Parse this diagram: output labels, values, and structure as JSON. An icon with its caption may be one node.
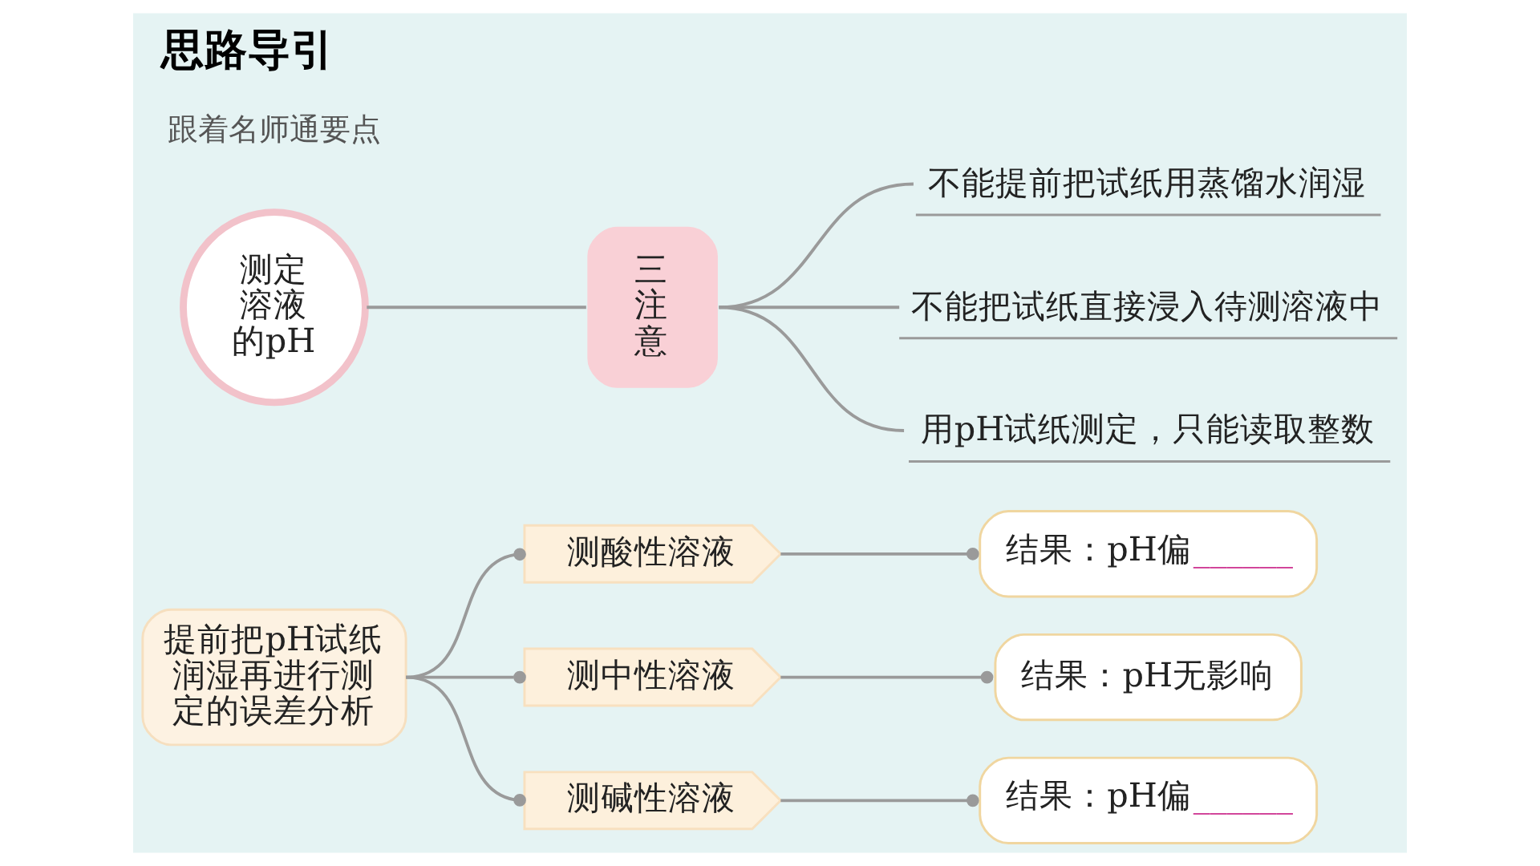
{
  "diagram": {
    "title": "思路导引",
    "nodes": [
      {
        "text": [
          "测定溶液的pH"
        ]
      },
      {
        "text": [
          "三注意"
        ]
      },
      {
        "text": [
          "不能提前把试纸用蒸馏水润湿"
        ]
      },
      {
        "text": [
          "不能把试纸直接浸入待测溶液中"
        ]
      },
      {
        "text": [
          "用pH试纸测定，只能读取整数"
        ]
      },
      {
        "text": [
          "提前把pH试纸润湿再进行测定的误差分析"
        ]
      },
      {
        "text": [
          "测酸性溶液"
        ]
      },
      {
        "text": [
          "测中性溶液"
        ]
      },
      {
        "text": [
          "测碱性溶液"
        ]
      },
      {
        "text": [
          "结果：pH偏______"
        ]
      },
      {
        "text": [
          "结果：pH无影响"
        ]
      },
      {
        "text": [
          "结果：pH偏______"
        ]
      }
    ],
    "edges": [
      {
        "from": 0,
        "to": 1,
        "arrow": "none"
      },
      {
        "from": 1,
        "to": 2,
        "arrow": "none"
      },
      {
        "from": 1,
        "to": 3,
        "arrow": "none"
      },
      {
        "from": 1,
        "to": 4,
        "arrow": "none"
      },
      {
        "from": 5,
        "to": 6,
        "arrow": "other"
      },
      {
        "from": 5,
        "to": 7,
        "arrow": "other"
      },
      {
        "from": 5,
        "to": 8,
        "arrow": "other"
      },
      {
        "from": 6,
        "to": 9,
        "arrow": "other"
      },
      {
        "from": 7,
        "to": 10,
        "arrow": "other"
      },
      {
        "from": 8,
        "to": 11,
        "arrow": "other"
      }
    ],
    "labels": [
      "跟着名师通要点"
    ]
  }
}
